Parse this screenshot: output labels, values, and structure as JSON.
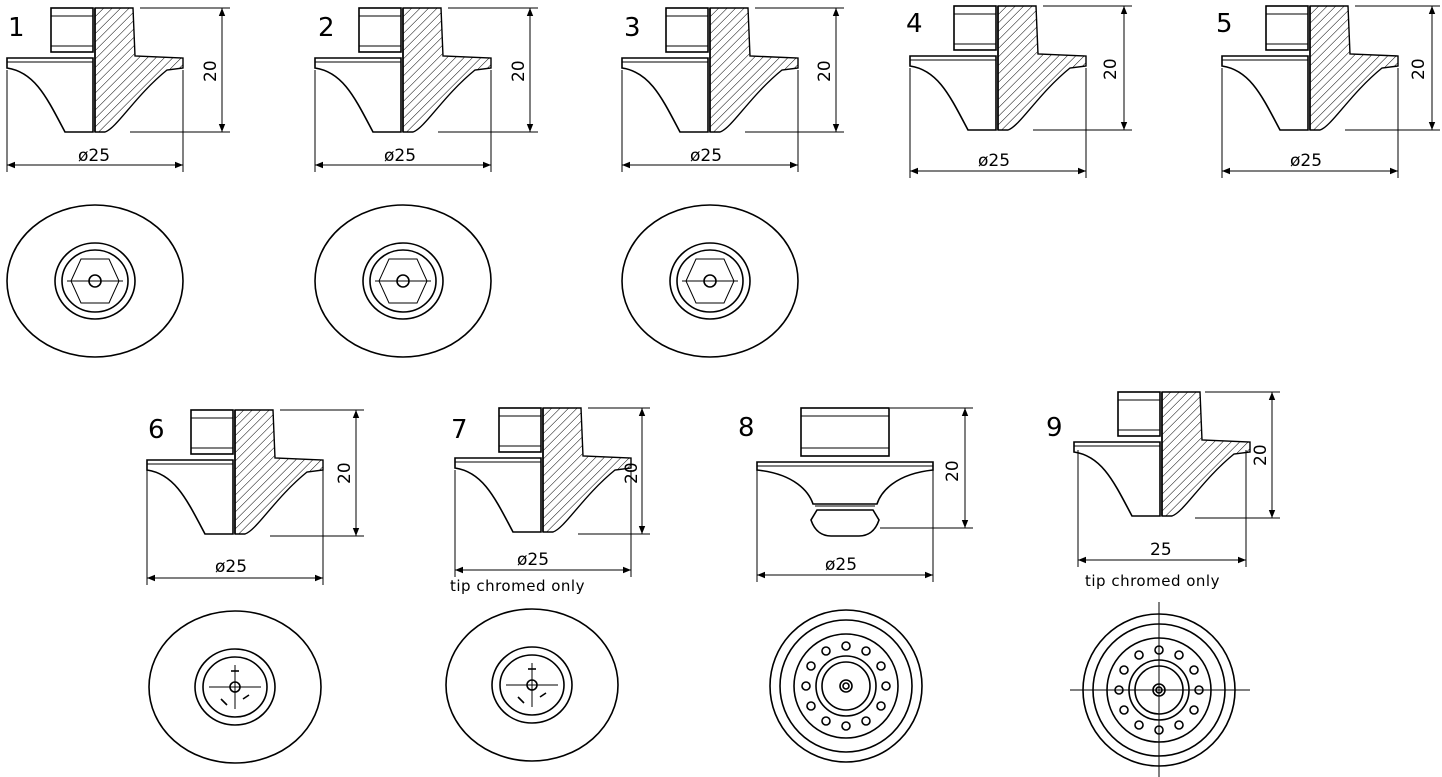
{
  "labels": {
    "n1": "1",
    "n2": "2",
    "n3": "3",
    "n4": "4",
    "n5": "5",
    "n6": "6",
    "n7": "7",
    "n8": "8",
    "n9": "9"
  },
  "dims": {
    "dia": "ø25",
    "height": "20",
    "plain": "25"
  },
  "notes": {
    "tip7": "tip chromed only",
    "tip9": "tip chromed only"
  }
}
